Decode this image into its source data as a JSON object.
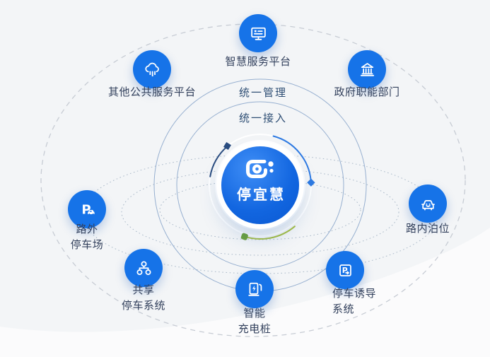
{
  "hub": {
    "name": "停宜慧",
    "logo_icon": "snail-q-logo-icon"
  },
  "rings": {
    "outer_label": "统一管理",
    "inner_label": "统一接入"
  },
  "nodes": [
    {
      "id": "smart-service-platform",
      "line1": "智慧服务平台",
      "line2": "",
      "icon": "monitor-icon"
    },
    {
      "id": "other-public-platforms",
      "line1": "其他公共服务平台",
      "line2": "",
      "icon": "cloud-computing-icon"
    },
    {
      "id": "government-departments",
      "line1": "政府职能部门",
      "line2": "",
      "icon": "government-building-icon"
    },
    {
      "id": "offroad-parking-lot",
      "line1": "路外",
      "line2": "停车场",
      "icon": "parking-car-icon"
    },
    {
      "id": "onroad-berth",
      "line1": "路内泊位",
      "line2": "",
      "icon": "car-front-icon"
    },
    {
      "id": "shared-parking-system",
      "line1": "共享",
      "line2": "停车系统",
      "icon": "network-share-icon"
    },
    {
      "id": "smart-charging-pile",
      "line1": "智能",
      "line2": "充电桩",
      "icon": "ev-charger-icon"
    },
    {
      "id": "parking-guidance-system",
      "line1": "停车诱导",
      "line2": "系统",
      "icon": "parking-guidance-icon"
    }
  ],
  "colors": {
    "background": "#f3f5f7",
    "node_blue": "#1673e8",
    "hub_blue_top": "#3f8ef6",
    "hub_blue_bottom": "#0a58d2",
    "label_text": "#32405c",
    "ring_text": "#2e4e74",
    "dashed_line": "#c7ccd4",
    "dotted_line": "#aab9c9",
    "solid_ring": "#7e9dc6",
    "arc_navy": "#2a4d80",
    "arc_blue": "#2e7ae2",
    "arc_green": "#a6bf44",
    "marker_green": "#6ca23c"
  }
}
